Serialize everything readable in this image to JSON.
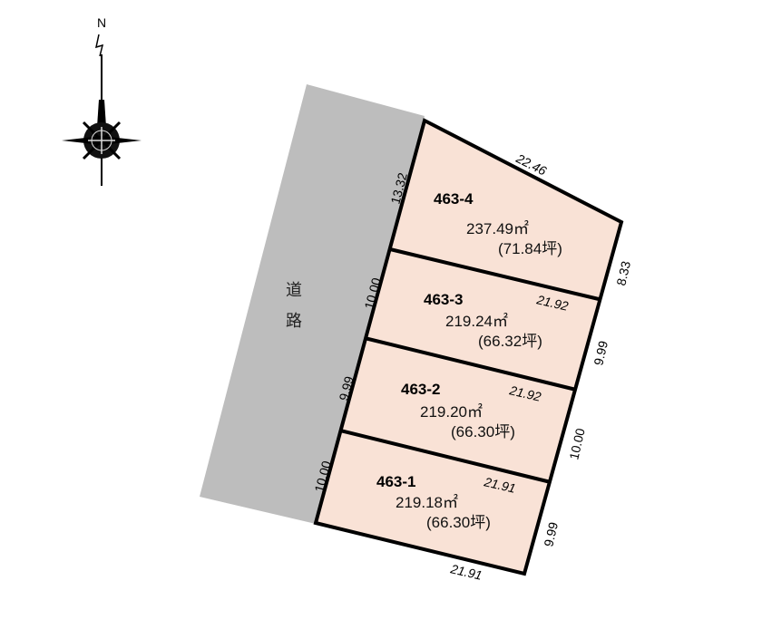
{
  "compass": {
    "north_label": "N"
  },
  "road": {
    "label_line1": "道",
    "label_line2": "路",
    "color": "#bdbdbd"
  },
  "lot_fill": "#f9e2d6",
  "lots": [
    {
      "id": "463-4",
      "area": "237.49㎡",
      "tsubo": "(71.84坪)"
    },
    {
      "id": "463-3",
      "area": "219.24㎡",
      "tsubo": "(66.32坪)"
    },
    {
      "id": "463-2",
      "area": "219.20㎡",
      "tsubo": "(66.30坪)"
    },
    {
      "id": "463-1",
      "area": "219.18㎡",
      "tsubo": "(66.30坪)"
    }
  ],
  "dimensions": {
    "left": [
      "13.32",
      "10.00",
      "9.99",
      "10.00"
    ],
    "top": "22.46",
    "right": [
      "8.33",
      "9.99",
      "10.00",
      "9.99"
    ],
    "dividers": [
      "21.92",
      "21.92",
      "21.91"
    ],
    "bottom": "21.91"
  }
}
